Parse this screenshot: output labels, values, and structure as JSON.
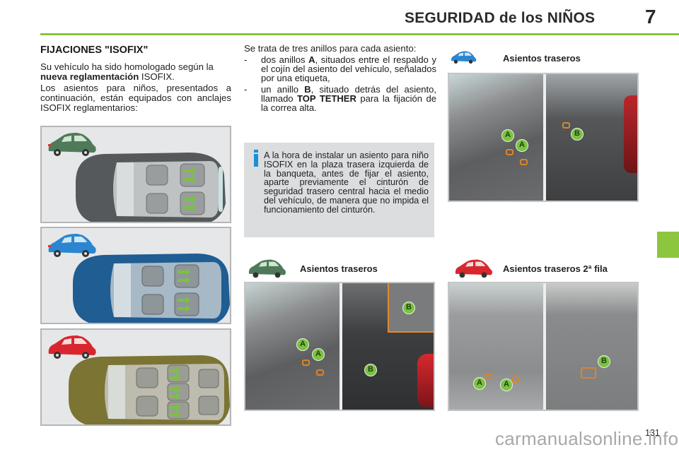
{
  "header": {
    "title": "SEGURIDAD de los NIÑOS",
    "chapter_number": "7",
    "accent_color": "#86c540"
  },
  "left_column": {
    "section_title": "FIJACIONES \"ISOFIX\"",
    "para1_pre": "Su vehículo ha sido homologado según la ",
    "para1_bold": "nueva reglamentación",
    "para1_post": " ISOFIX.",
    "para2": "Los asientos para niños, presentados a continuación, están equipados con anclajes ISOFIX reglamentarios:",
    "topviews": [
      {
        "car_color": "green",
        "body_color": "#55595c",
        "icon_color": "#4f7a5a"
      },
      {
        "car_color": "blue",
        "body_color": "#1f5d93",
        "icon_color": "#2b86d1"
      },
      {
        "car_color": "red",
        "body_color": "#7b7433",
        "icon_color": "#d9262e"
      }
    ]
  },
  "middle_column": {
    "intro": "Se trata de tres anillos para cada asiento:",
    "bullets": [
      {
        "dash": "-",
        "pre": "dos anillos ",
        "bold": "A",
        "post": ", situados entre el respaldo y el cojín del asiento del vehículo, señalados por una etiqueta,"
      },
      {
        "dash": "-",
        "pre": "un anillo ",
        "bold": "B",
        "post": ", situado detrás del asiento, llamado ",
        "bold2": "TOP TETHER",
        "post2": " para la fijación de la correa alta."
      }
    ],
    "info_box": {
      "icon": "info-icon",
      "text": "A la hora de instalar un asiento para niño ISOFIX en la plaza trasera izquierda de la banqueta, antes de fijar el asiento, aparte previamente el cinturón de seguridad trasero central hacia el medio del vehículo, de manera que no impida el funcionamiento del cinturón."
    }
  },
  "photos": {
    "blue": {
      "label": "Asientos traseros",
      "markers": [
        "A",
        "A",
        "B"
      ]
    },
    "green": {
      "label": "Asientos traseros",
      "markers": [
        "A",
        "A",
        "B",
        "B"
      ]
    },
    "red": {
      "label": "Asientos traseros 2ª fila",
      "markers": [
        "A",
        "A",
        "B"
      ]
    }
  },
  "footer": {
    "page_number": "131",
    "watermark": "carmanualsonline.info"
  }
}
